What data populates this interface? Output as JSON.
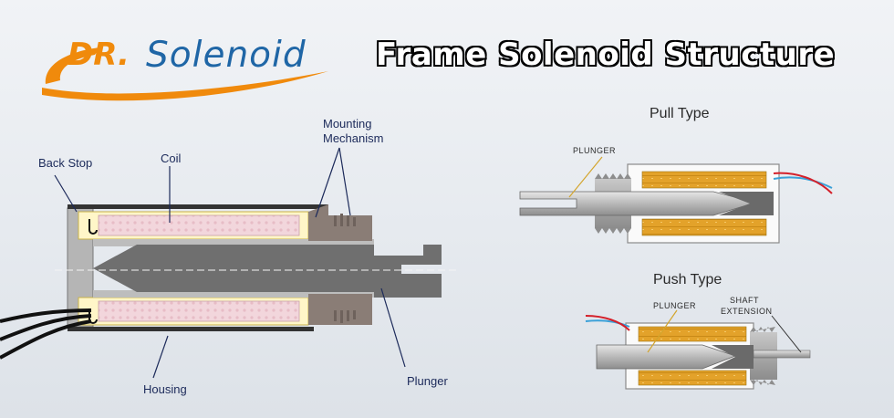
{
  "brand": {
    "prefix": "DR.",
    "name": "Solenoid"
  },
  "title": "Frame Solenoid Structure",
  "main_diagram": {
    "labels": {
      "back_stop": "Back Stop",
      "coil": "Coil",
      "mounting_line1": "Mounting",
      "mounting_line2": "Mechanism",
      "housing": "Housing",
      "plunger": "Plunger"
    }
  },
  "pull_type": {
    "title": "Pull Type",
    "plunger_label": "PLUNGER"
  },
  "push_type": {
    "title": "Push Type",
    "plunger_label": "PLUNGER",
    "shaft_line1": "SHAFT",
    "shaft_line2": "EXTENSION"
  },
  "colors": {
    "logo_blue": "#1f66a6",
    "logo_orange": "#f08a0c",
    "coil_pink": "#f2d6dc",
    "coil_gold": "#e3a22a",
    "plunger_gray": "#6f6f6f",
    "wire_red": "#d4202a",
    "wire_blue": "#3aa0d8"
  }
}
